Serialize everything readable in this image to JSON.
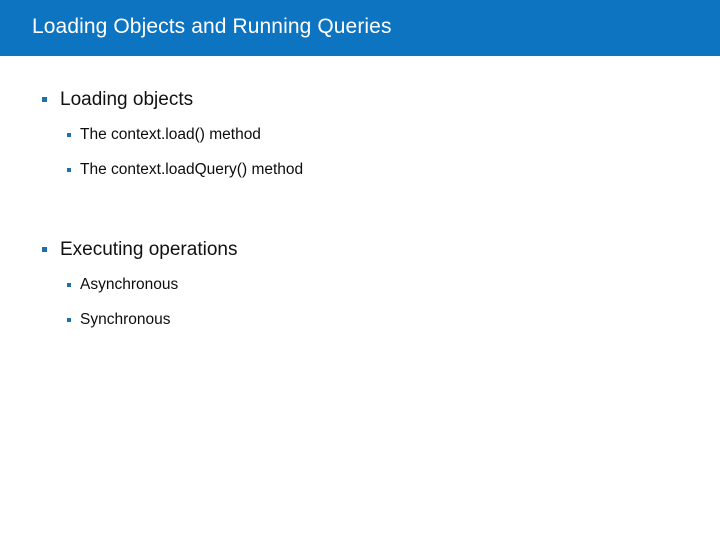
{
  "slide": {
    "title": "Loading Objects and Running Queries",
    "theme": {
      "banner_color": "#0C74C0",
      "title_text_color": "#FFFFFF",
      "bullet_color": "#1F6FA8",
      "body_text_color": "#111111",
      "background_color": "#FFFFFF"
    },
    "groups": [
      {
        "heading": "Loading objects",
        "items": [
          "The context.load() method",
          "The context.loadQuery() method"
        ]
      },
      {
        "heading": "Executing operations",
        "items": [
          "Asynchronous",
          "Synchronous"
        ]
      }
    ]
  }
}
